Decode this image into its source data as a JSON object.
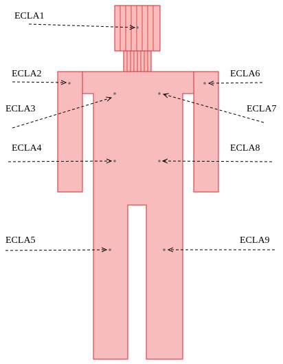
{
  "colors": {
    "body_fill": "#f9bcbc",
    "body_stroke": "#d9292b",
    "sensor_dot": "#777777",
    "arrow": "#000000"
  },
  "sensors": [
    {
      "id": "ecla1",
      "label": "ECLA1"
    },
    {
      "id": "ecla2",
      "label": "ECLA2"
    },
    {
      "id": "ecla3",
      "label": "ECLA3"
    },
    {
      "id": "ecla4",
      "label": "ECLA4"
    },
    {
      "id": "ecla5",
      "label": "ECLA5"
    },
    {
      "id": "ecla6",
      "label": "ECLA6"
    },
    {
      "id": "ecla7",
      "label": "ECLA7"
    },
    {
      "id": "ecla8",
      "label": "ECLA8"
    },
    {
      "id": "ecla9",
      "label": "ECLA9"
    }
  ]
}
